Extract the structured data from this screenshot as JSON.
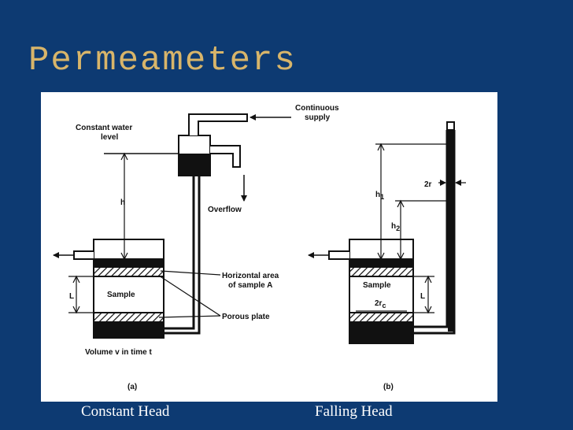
{
  "slide": {
    "title": "Permeameters",
    "caption_left": "Constant Head",
    "caption_right": "Falling Head"
  },
  "diagram": {
    "a": {
      "label_constant_level": [
        "Constant water",
        "level"
      ],
      "label_h": "h",
      "label_continuous_supply": [
        "Continuous",
        "supply"
      ],
      "label_overflow": "Overflow",
      "label_L": "L",
      "label_sample": "Sample",
      "label_horizontal_area": [
        "Horizontal area",
        "of sample A"
      ],
      "label_porous_plate": "Porous plate",
      "label_volume": "Volume v in time t",
      "label_panel": "(a)"
    },
    "b": {
      "label_2r": "2r",
      "label_h1": "h",
      "label_h1_sub": "1",
      "label_h2": "h",
      "label_h2_sub": "2",
      "label_sample": "Sample",
      "label_2rc": "2r",
      "label_2rc_sub": "c",
      "label_L": "L",
      "label_panel": "(b)"
    }
  },
  "colors": {
    "background": "#0d3a72",
    "title": "#d8b56a",
    "caption": "#ffffff",
    "panel": "#ffffff",
    "ink": "#111111"
  }
}
